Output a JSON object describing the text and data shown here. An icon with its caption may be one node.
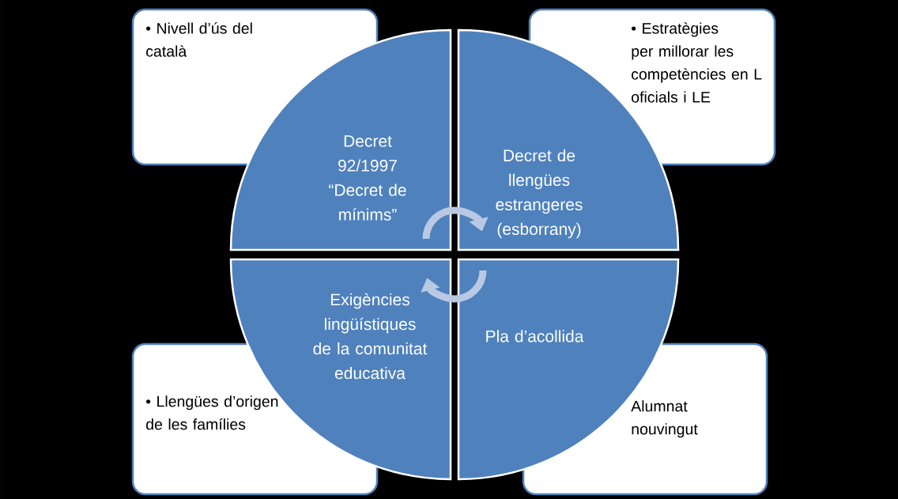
{
  "diagram": {
    "nodes": [
      {
        "text": [
          "• Nivell d’ús del català"
        ]
      },
      {
        "text": [
          "• Estratègies per millorar les competències en L oficials i LE"
        ]
      },
      {
        "text": [
          "Decret 92/1997 “Decret de mínims”"
        ]
      },
      {
        "text": [
          "Decret de llengües estrangeres (esborrany)"
        ]
      },
      {
        "text": [
          "Exigències lingüístiques de la comunitat educativa"
        ]
      },
      {
        "text": [
          "Pla d’acollida"
        ]
      },
      {
        "text": [
          "• Llengües d’origen de les famílies"
        ]
      },
      {
        "text": [
          "Alumnat nouvingut"
        ]
      }
    ],
    "edges": [
      {
        "from": 2,
        "to": 3,
        "arrow": "to"
      },
      {
        "from": 5,
        "to": 4,
        "arrow": "to"
      }
    ]
  }
}
